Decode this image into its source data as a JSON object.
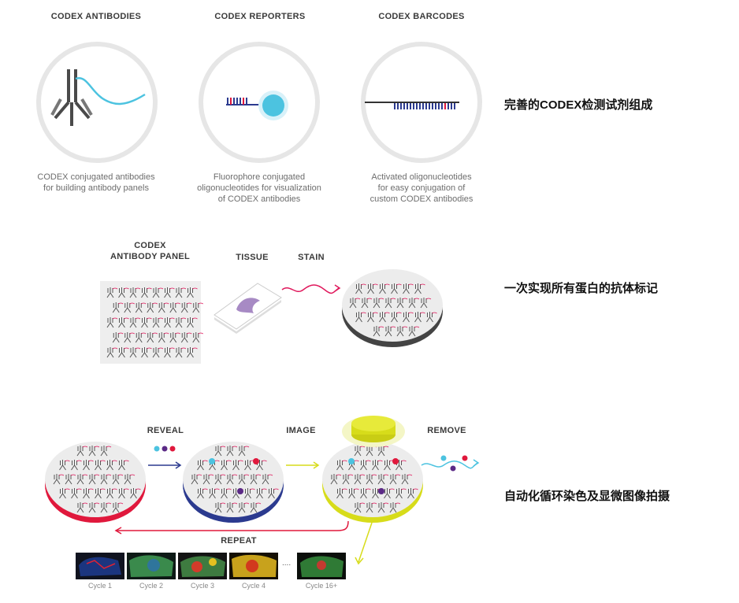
{
  "row1": {
    "items": [
      {
        "heading": "CODEX ANTIBODIES",
        "caption": [
          "CODEX conjugated antibodies",
          "for building antibody panels"
        ],
        "icon": "antibody-icon"
      },
      {
        "heading": "CODEX REPORTERS",
        "caption": [
          "Fluorophore conjugated",
          "oligonucleotides for visualization",
          "of CODEX antibodies"
        ],
        "icon": "reporter-icon"
      },
      {
        "heading": "CODEX BARCODES",
        "caption": [
          "Activated oligonucleotides",
          "for easy conjugation of",
          "custom CODEX antibodies"
        ],
        "icon": "barcode-icon"
      }
    ],
    "summary": "完善的CODEX检测试剂组成"
  },
  "row2": {
    "panel_label": [
      "CODEX",
      "ANTIBODY PANEL"
    ],
    "tissue_label": "TISSUE",
    "stain_label": "STAIN",
    "summary": "一次实现所有蛋白的抗体标记"
  },
  "row3": {
    "reveal_label": "REVEAL",
    "image_label": "IMAGE",
    "remove_label": "REMOVE",
    "repeat_label": "REPEAT",
    "ellipsis": "....",
    "cycles": [
      "Cycle 1",
      "Cycle 2",
      "Cycle 3",
      "Cycle 4",
      "Cycle 16+"
    ],
    "summary": "自动化循环染色及显微图像拍摄"
  },
  "colors": {
    "cyan": "#4cc3e0",
    "red": "#e0183c",
    "navy": "#2b3a8f",
    "yellow": "#d7dc1a",
    "purple": "#5b2a86",
    "magenta": "#e0185c",
    "grey": "#555555"
  }
}
